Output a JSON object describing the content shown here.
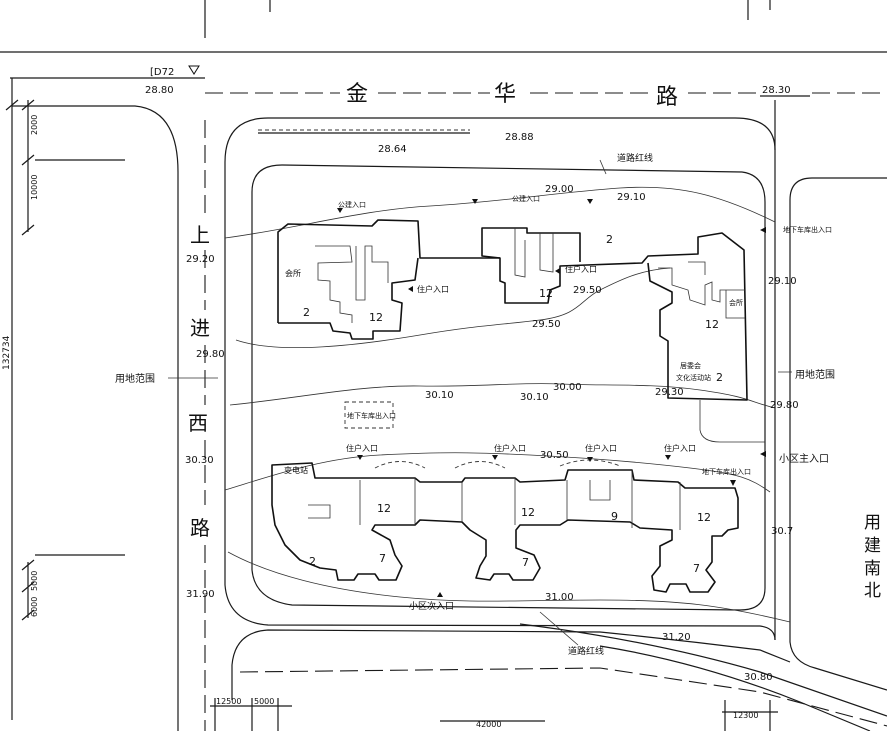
{
  "road_names": {
    "north": [
      "金",
      "华",
      "路"
    ],
    "west": [
      "上",
      "进",
      "西",
      "路"
    ]
  },
  "datum_label": "[D72",
  "spot_heights": [
    "28.80",
    "28.30",
    "28.88",
    "28.64",
    "29.00",
    "29.10",
    "29.20",
    "29.50",
    "29.50",
    "29.10",
    "29.80",
    "30.10",
    "30.10",
    "30.00",
    "29.30",
    "29.80",
    "30.50",
    "30.30",
    "30.7",
    "31.90",
    "31.00",
    "31.20",
    "30.80"
  ],
  "labels": {
    "road_red_line": "道路红线",
    "public_entrance": "公建入口",
    "resident_entrance": "住户入口",
    "clubhouse": "会所",
    "garage_entrance": "地下车库出入口",
    "site_boundary": "用地范围",
    "residents_committee": "居委会",
    "cultural_station": "文化活动站",
    "substation": "变电站",
    "main_entrance": "小区主入口",
    "secondary_entrance": "小区次入口"
  },
  "building_storeys": {
    "north": [
      "2",
      "12",
      "2",
      "12",
      "12",
      "2"
    ],
    "south": [
      "12",
      "12",
      "9",
      "12",
      "2",
      "7",
      "7",
      "7"
    ]
  },
  "dimensions": {
    "left": [
      "2000",
      "10000",
      "132734",
      "5000",
      "6000"
    ],
    "bottom": [
      "12500",
      "5000",
      "42000",
      "12300"
    ]
  },
  "legend_fragments": [
    "用",
    "建",
    "南",
    "北"
  ]
}
